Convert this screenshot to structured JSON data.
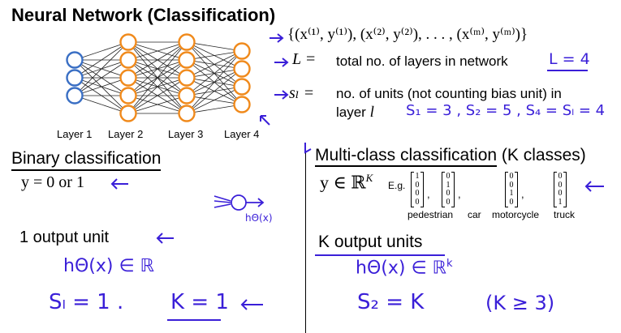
{
  "slide": {
    "title": "Neural Network (Classification)",
    "training_set": "{(x⁽¹⁾, y⁽¹⁾), (x⁽²⁾, y⁽²⁾), . . . , (x⁽ᵐ⁾, y⁽ᵐ⁾)}",
    "L_symbol": "L =",
    "L_desc": "total no. of layers in network",
    "sl_symbol": "sₗ =",
    "sl_desc_line1": "no. of units (not counting bias unit) in",
    "sl_desc_line2": "layer",
    "sl_desc_var": "l",
    "layer_labels": [
      "Layer 1",
      "Layer 2",
      "Layer 3",
      "Layer 4"
    ],
    "binary": {
      "heading": "Binary classification",
      "formula": "y = 0 or 1",
      "output": "1 output unit"
    },
    "multiclass": {
      "heading_underlined": "Multi-class classification",
      "heading_rest": " (K classes)",
      "formula": "y ∈ ℝ",
      "formula_sup": "K",
      "eg": "E.g.",
      "vectors": [
        {
          "label": "pedestrian",
          "values": [
            "1",
            "0",
            "0",
            "0"
          ]
        },
        {
          "label": "car",
          "values": [
            "0",
            "1",
            "0",
            "0"
          ]
        },
        {
          "label": "motorcycle",
          "values": [
            "0",
            "0",
            "1",
            "0"
          ]
        },
        {
          "label": "truck",
          "values": [
            "0",
            "0",
            "0",
            "1"
          ]
        }
      ],
      "output": "K output units"
    },
    "annotations": {
      "L_value": "L = 4",
      "s_values": "S₁ = 3 ,  S₂ = 5 ,  S₄ = Sₗ = 4",
      "h_small": "hΘ(x)",
      "binary_h": "hΘ(x) ∈ ℝ",
      "binary_sl": "Sₗ = 1 .",
      "binary_k": "K = 1",
      "multi_h": "hΘ(x) ∈ ℝ",
      "multi_h_sup": "k",
      "multi_s": "S₂ = K",
      "multi_cond": "(K ≥ 3)"
    }
  },
  "colors": {
    "node_input": "#3a6fc4",
    "node_hidden": "#f08a1c",
    "ink": "#3a1fd8"
  }
}
